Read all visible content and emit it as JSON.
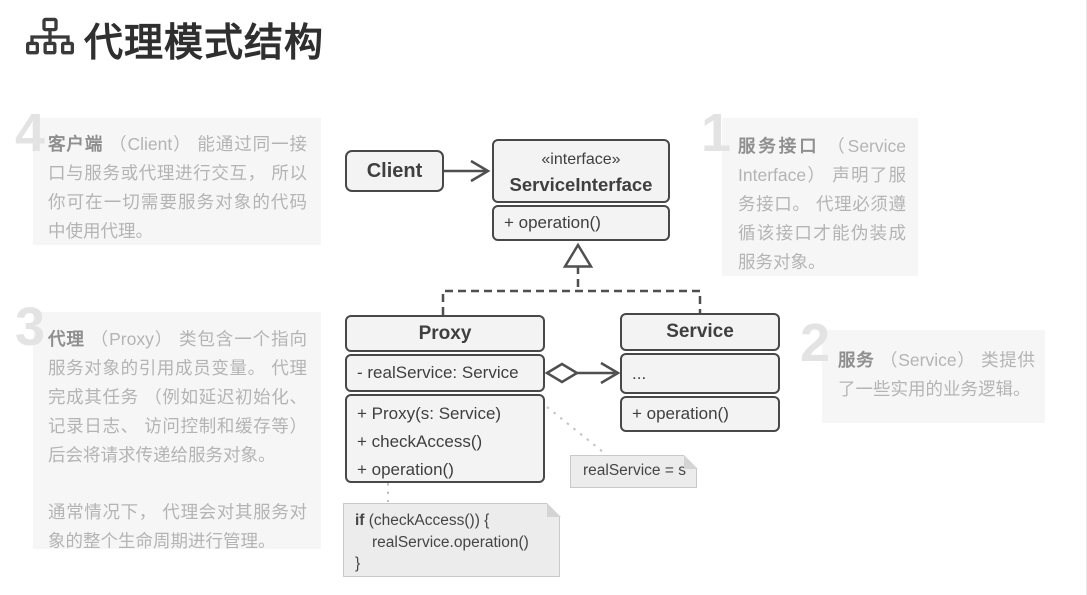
{
  "page": {
    "title": "代理模式结构"
  },
  "colors": {
    "diagram_border": "#484848",
    "box_fill": "#f3f3f3",
    "note_fill": "#ececec",
    "note_border": "#c9c9c9",
    "annotation_bg": "#f6f6f6",
    "big_number": "#e3e3e3",
    "lead_text": "#8f8f8f",
    "body_text": "#b4b4b4",
    "title_text": "#2f2f2f"
  },
  "annotations": {
    "n1": {
      "number": "1",
      "lead": "服务接口",
      "body": "（Service Interface） 声明了服务接口。 代理必须遵循该接口才能伪装成服务对象。"
    },
    "n2": {
      "number": "2",
      "lead": "服务",
      "body": "（Service） 类提供了一些实用的业务逻辑。"
    },
    "n3": {
      "number": "3",
      "lead": "代理",
      "body": "（Proxy） 类包含一个指向服务对象的引用成员变量。 代理完成其任务 （例如延迟初始化、 记录日志、 访问控制和缓存等） 后会将请求传递给服务对象。",
      "body2": "通常情况下， 代理会对其服务对象的整个生命周期进行管理。"
    },
    "n4": {
      "number": "4",
      "lead": "客户端",
      "body": "（Client） 能通过同一接口与服务或代理进行交互， 所以你可在一切需要服务对象的代码中使用代理。"
    }
  },
  "uml": {
    "client": {
      "name": "Client"
    },
    "service_interface": {
      "stereotype": "«interface»",
      "name": "ServiceInterface",
      "operation": "+ operation()"
    },
    "proxy": {
      "name": "Proxy",
      "attribute": "- realService: Service",
      "methods": [
        "+ Proxy(s: Service)",
        "+ checkAccess()",
        "+ operation()"
      ]
    },
    "service": {
      "name": "Service",
      "attribute": "...",
      "operation": "+ operation()"
    },
    "note_assignment": "realService = s",
    "note_code": {
      "keyword": "if",
      "line1_rest": " (checkAccess()) {",
      "line2": "realService.operation()",
      "line3": "}"
    }
  }
}
